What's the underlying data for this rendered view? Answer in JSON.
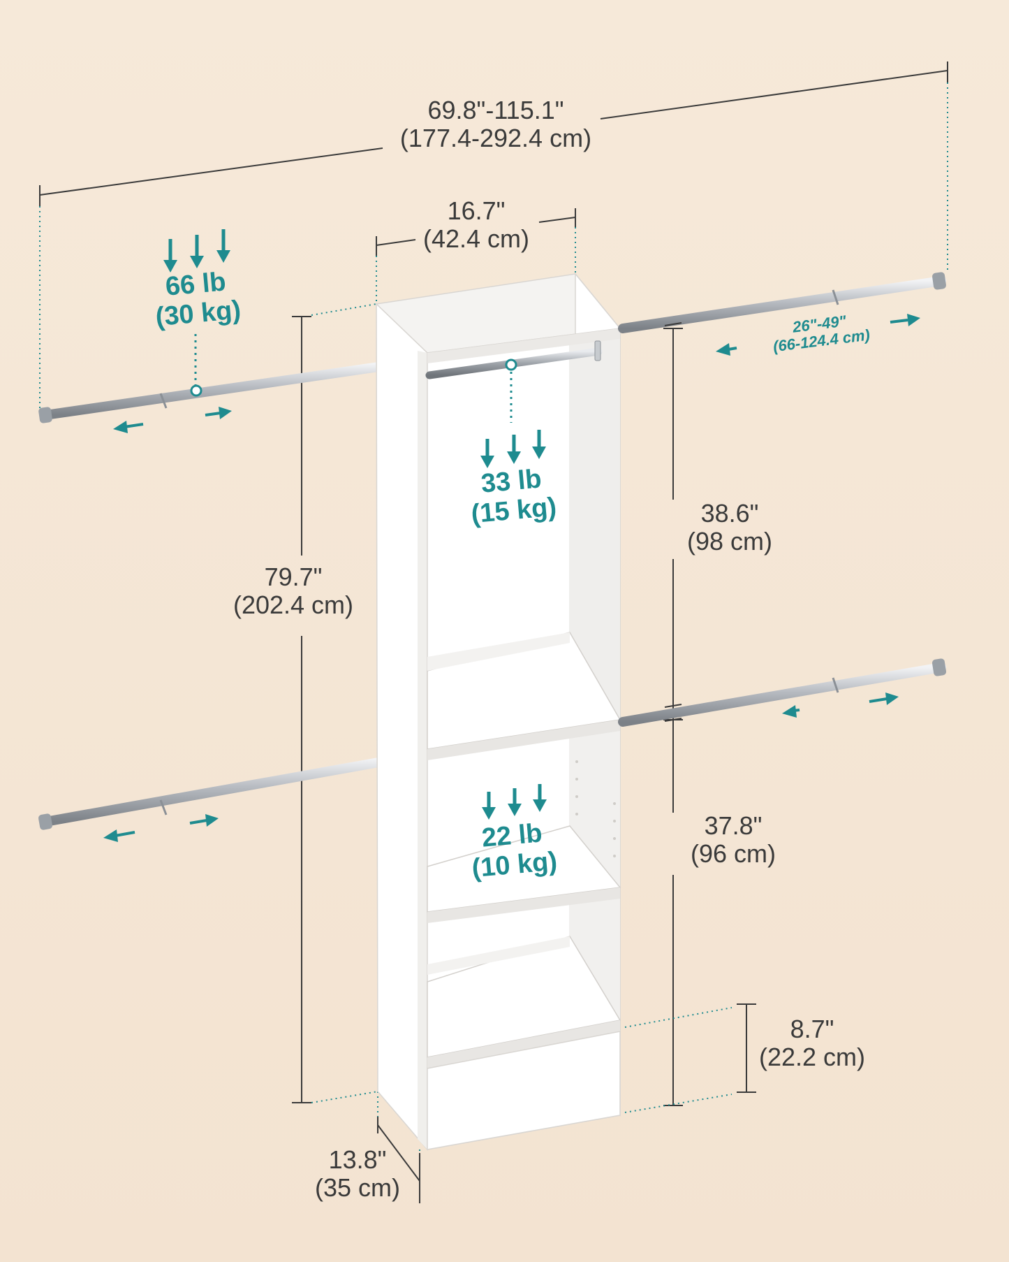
{
  "dimensions": {
    "total_width": {
      "imperial": "69.8\"-115.1\"",
      "metric": "(177.4-292.4 cm)"
    },
    "tower_width": {
      "imperial": "16.7\"",
      "metric": "(42.4 cm)"
    },
    "total_height": {
      "imperial": "79.7\"",
      "metric": "(202.4 cm)"
    },
    "upper_height": {
      "imperial": "38.6\"",
      "metric": "(98 cm)"
    },
    "lower_height": {
      "imperial": "37.8\"",
      "metric": "(96 cm)"
    },
    "base_height": {
      "imperial": "8.7\"",
      "metric": "(22.2 cm)"
    },
    "depth": {
      "imperial": "13.8\"",
      "metric": "(35 cm)"
    },
    "rod_extension": {
      "imperial": "26\"-49\"",
      "metric": "(66-124.4 cm)"
    }
  },
  "loads": {
    "side_rod": {
      "imperial": "66 lb",
      "metric": "(30 kg)"
    },
    "inner_rod": {
      "imperial": "33 lb",
      "metric": "(15 kg)"
    },
    "shelf": {
      "imperial": "22 lb",
      "metric": "(10 kg)"
    }
  },
  "colors": {
    "background": "#f4e5d4",
    "accent": "#1e8b8f",
    "dimension_line": "#3a3a3a",
    "panel": "#ffffff",
    "panel_shadow": "#e8e6e3",
    "rod": "#bfc3c8"
  }
}
